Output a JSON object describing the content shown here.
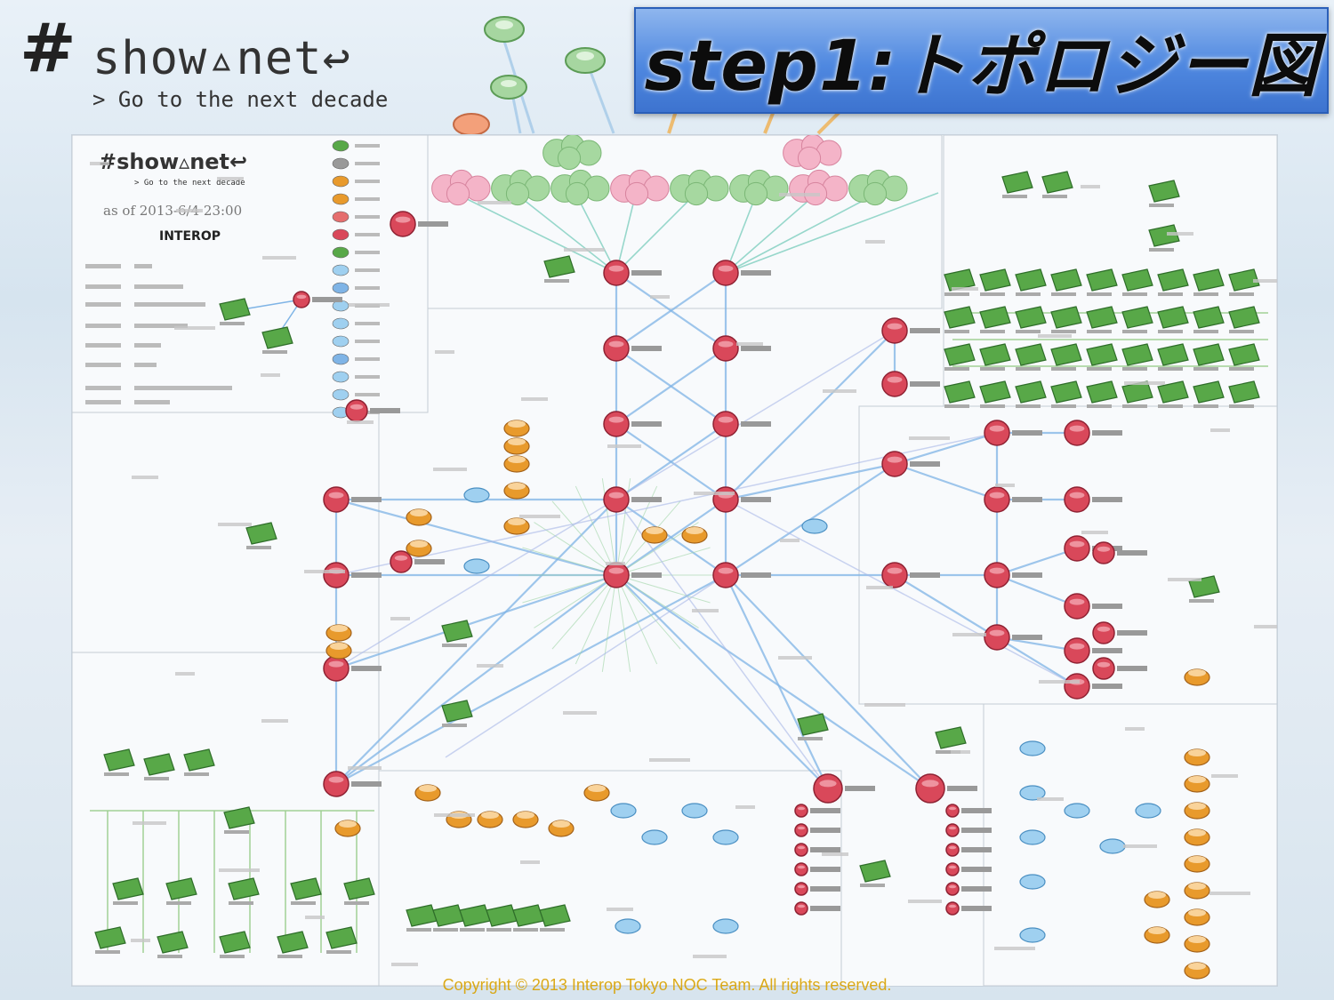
{
  "header": {
    "logo_mark": "#",
    "logo_text": "show▵net↩",
    "logo_tagline": "> Go to the next decade"
  },
  "title": {
    "text": "step1:トポロジー図"
  },
  "topology_map": {
    "inner_logo_text": "#show▵net↩",
    "inner_tagline": "> Go to the next decade",
    "as_of": "as of 2013-6/4 23:00",
    "sponsor": "INTEROP",
    "colors": {
      "router": "#d9485a",
      "switch": "#58a848",
      "server": "#e89a2c",
      "cloud_pink": "#f4b4c8",
      "cloud_green": "#a6d8a0",
      "link_blue": "#7fb4e6"
    }
  },
  "footer": {
    "copyright": "Copyright © 2013 Interop Tokyo NOC Team. All rights reserved."
  }
}
